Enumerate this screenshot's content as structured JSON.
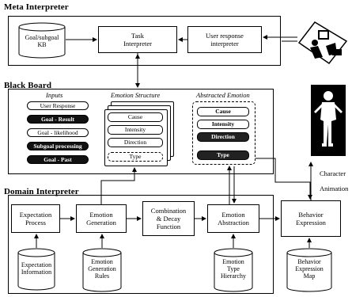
{
  "meta_interpreter": {
    "title": "Meta Interpreter",
    "goal_kb": "Goal/subgoal\nKB",
    "task_interpreter": "Task\nInterpreter",
    "user_response_interpreter": "User response\ninterpreter"
  },
  "black_board": {
    "title": "Black Board",
    "inputs_label": "Inputs",
    "inputs": [
      "User Response",
      "Goal - Result",
      "Goal - likelihood",
      "Subgoal processing",
      "Goal - Past"
    ],
    "emotion_structure_label": "Emotion Structure",
    "emotion_structure_rows": [
      "Cause",
      "Intensity",
      "Direction",
      "Type"
    ],
    "abstracted_emotion_label": "Abstracted Emotion",
    "abstracted_emotion_rows": [
      "Cause",
      "Intensity",
      "Direction",
      "Type"
    ]
  },
  "domain_interpreter": {
    "title": "Domain Interpreter",
    "expectation_process": "Expectation\nProcess",
    "emotion_generation": "Emotion\nGeneration",
    "combination_decay": "Combination\n& Decay\nFunction",
    "emotion_abstraction": "Emotion\nAbstraction",
    "expectation_information": "Expectation\nInformation",
    "emotion_generation_rules": "Emotion\nGeneration\nRules",
    "emotion_type_hierarchy": "Emotion\nType\nHierarchy"
  },
  "behavior": {
    "expression": "Behavior\nExpression",
    "expression_map": "Behavior\nExpression\nMap"
  },
  "character_label_1": "Character",
  "character_label_2": "Animation",
  "colors": {
    "line": "#000000",
    "figure_bg": "#000000",
    "pill_dark": "#111111"
  }
}
